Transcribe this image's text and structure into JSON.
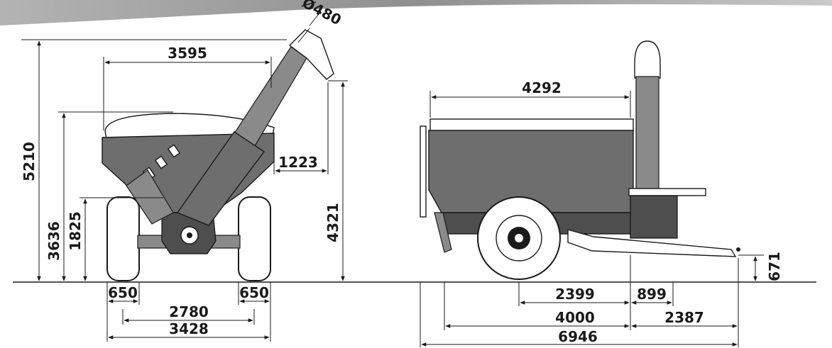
{
  "front_view": {
    "overall_height": "5210",
    "hopper_height": "3636",
    "axle_height": "1825",
    "top_width": "3595",
    "auger_diameter": "Ø480",
    "auger_reach": "1223",
    "discharge_height": "4321",
    "tire_width_left": "650",
    "tire_width_right": "650",
    "track_width": "2780",
    "overall_width": "3428"
  },
  "side_view": {
    "hopper_length": "4292",
    "hitch_height": "671",
    "axle_to_body": "2399",
    "body_to_auger": "899",
    "body_length": "4000",
    "drawbar_length": "2387",
    "overall_length": "6946"
  },
  "colors": {
    "line": "#1a1a1a",
    "body": "#6e6e6e",
    "tire": "#ffffff"
  }
}
